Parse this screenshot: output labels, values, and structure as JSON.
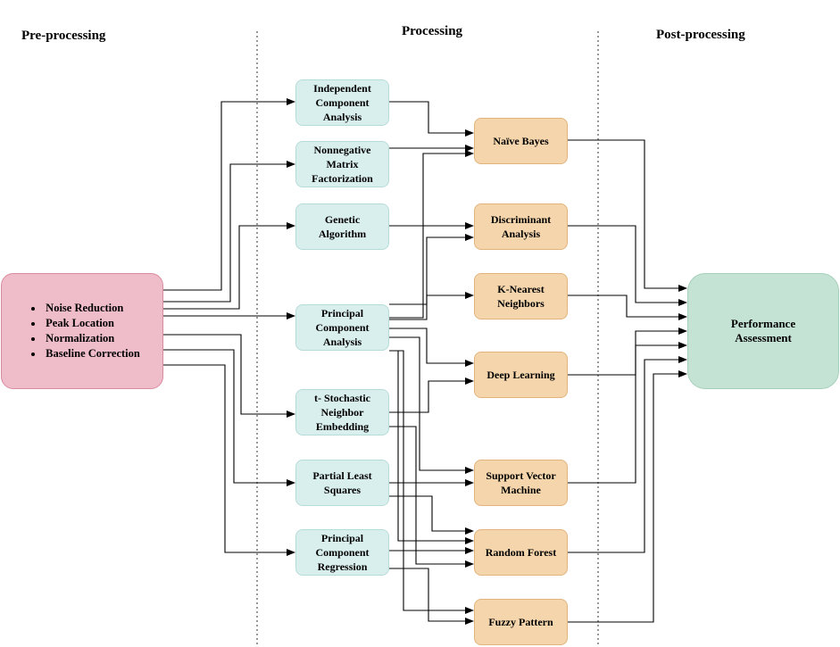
{
  "headers": {
    "pre": "Pre-processing",
    "proc": "Processing",
    "post": "Post-processing"
  },
  "preprocessing": {
    "items": [
      "Noise Reduction",
      "Peak Location",
      "Normalization",
      "Baseline Correction"
    ]
  },
  "methods": [
    "Independent\nComponent\nAnalysis",
    "Nonnegative\nMatrix\nFactorization",
    "Genetic\nAlgorithm",
    "Principal\nComponent\nAnalysis",
    "t- Stochastic\nNeighbor\nEmbedding",
    "Partial Least\nSquares",
    "Principal\nComponent\nRegression"
  ],
  "classifiers": [
    "Naïve Bayes",
    "Discriminant\nAnalysis",
    "K-Nearest\nNeighbors",
    "Deep Learning",
    "Support Vector\nMachine",
    "Random Forest",
    "Fuzzy Pattern"
  ],
  "post": {
    "label": "Performance\nAssessment"
  },
  "colors": {
    "pre": "#efbcc9",
    "method": "#d9efee",
    "classifier": "#f5d5ac",
    "post": "#c5e3d4"
  }
}
